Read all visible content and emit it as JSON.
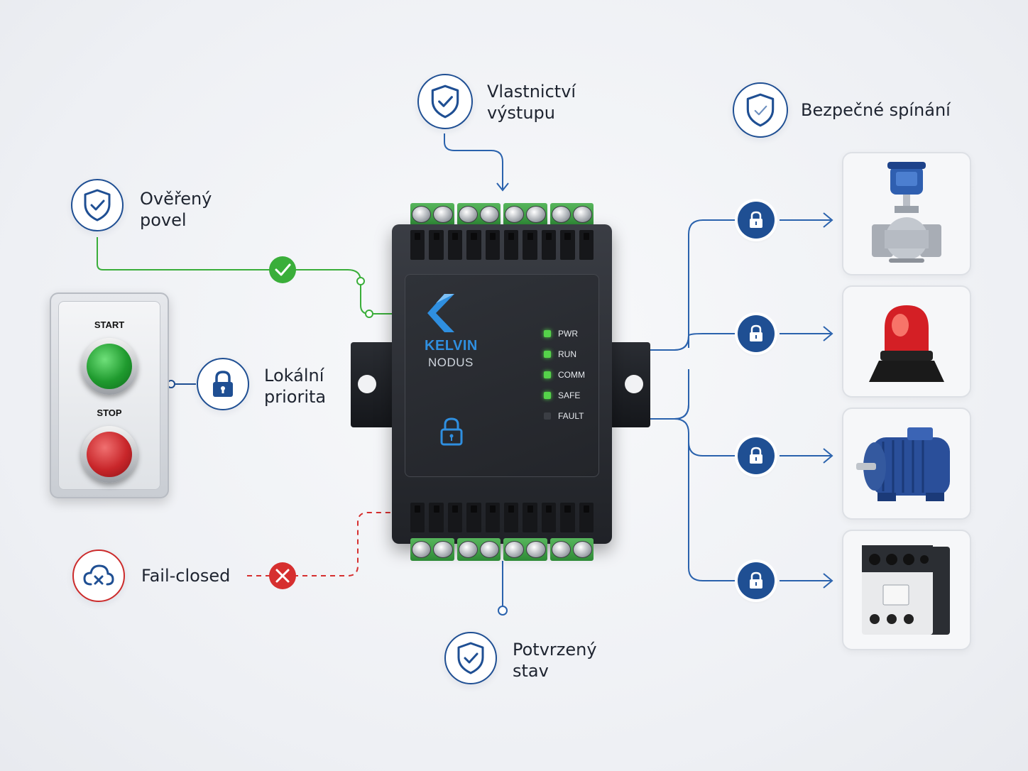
{
  "labels": {
    "owned_output": [
      "Vlastnictví",
      "výstupu"
    ],
    "safe_switching": "Bezpečné spínání",
    "verified_command": [
      "Ověřený",
      "povel"
    ],
    "local_priority": [
      "Lokální",
      "priorita"
    ],
    "fail_closed": "Fail-closed",
    "confirmed_state": [
      "Potvrzený",
      "stav"
    ]
  },
  "panel": {
    "start": "START",
    "stop": "STOP"
  },
  "device": {
    "brand_line1": "KELVIN",
    "brand_line2": "NODUS",
    "leds": [
      {
        "label": "PWR",
        "on": true
      },
      {
        "label": "RUN",
        "on": true
      },
      {
        "label": "COMM",
        "on": true
      },
      {
        "label": "SAFE",
        "on": true
      },
      {
        "label": "FAULT",
        "on": false
      }
    ]
  },
  "outputs": [
    "valve",
    "beacon",
    "motor",
    "contactor"
  ],
  "colors": {
    "blue": "#1f4f93",
    "wire_blue": "#2a62ad",
    "green": "#3aae3a",
    "red": "#d62f2f"
  }
}
